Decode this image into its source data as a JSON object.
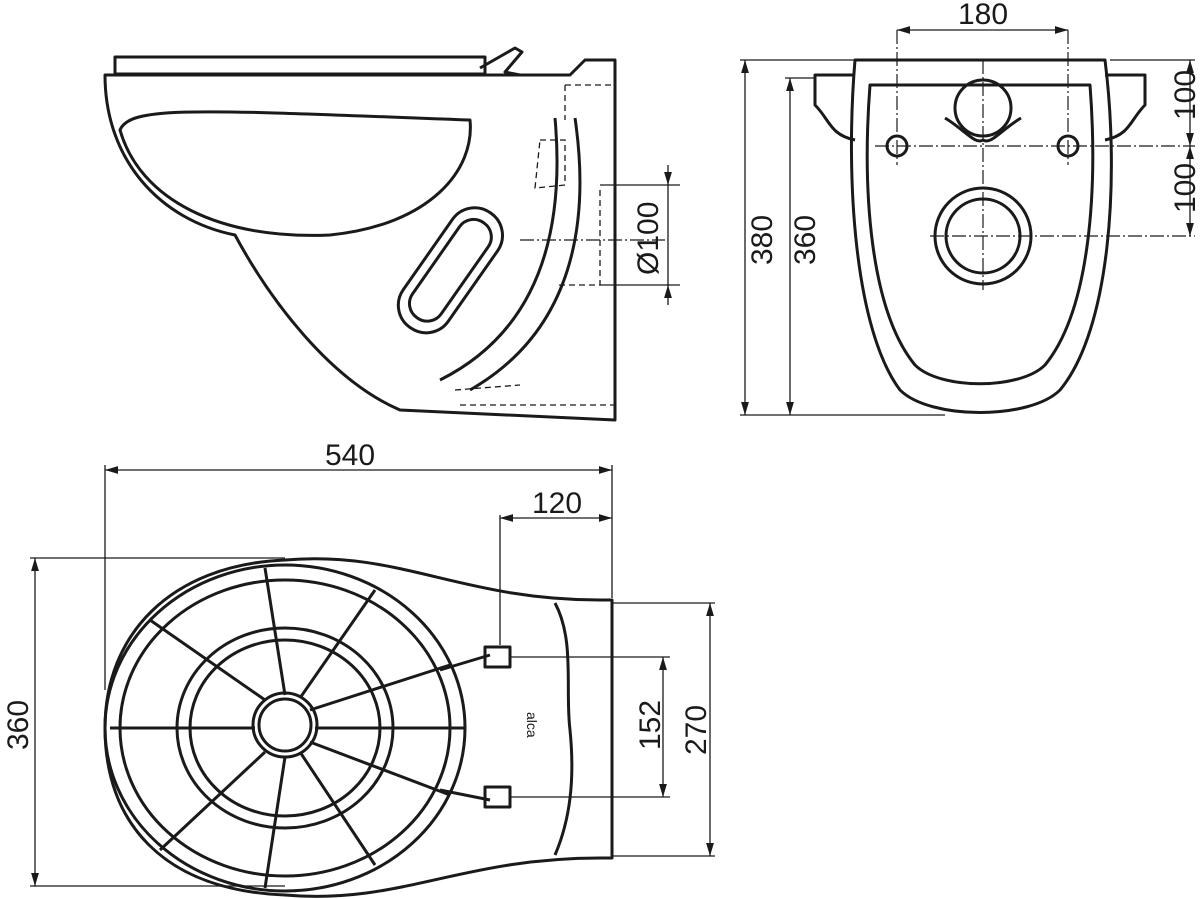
{
  "drawing": {
    "side_view": {
      "dim_outlet_diameter": "Ø100"
    },
    "front_view": {
      "dim_bolt_spacing": "180",
      "dim_upper": "100",
      "dim_lower": "100",
      "dim_total_height": "380",
      "dim_bowl_height": "360"
    },
    "bottom_view": {
      "dim_length": "540",
      "dim_offset": "120",
      "dim_width": "360",
      "dim_bolt_distance": "152",
      "dim_plate_width": "270",
      "brand_text": "alca"
    }
  }
}
